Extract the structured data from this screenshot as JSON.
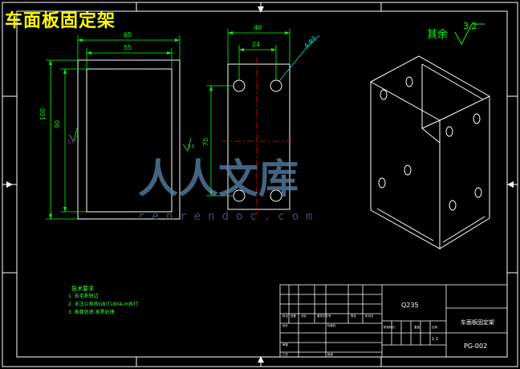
{
  "title": "车面板固定架",
  "watermark": {
    "cn": "人人文库",
    "url": "renrendoc.com"
  },
  "front_view_dims": {
    "width_outer": "65",
    "width_inner": "55",
    "height_outer": "100",
    "height_inner": "90"
  },
  "side_view_dims": {
    "width": "40",
    "hole_spacing_h": "24",
    "hole_spacing_v": "70",
    "hole_callout": "4-Φ8"
  },
  "surface_finish": {
    "label": "其余",
    "value": "3.2"
  },
  "tech_notes": {
    "heading": "技术要求",
    "items": [
      "1. 去毛刺锐边",
      "2. 未注公差按GB/T1804-m执行",
      "3. 表面处理 发黑处理"
    ]
  },
  "title_block": {
    "material": "Q235",
    "part_name": "车面板固定架",
    "drawing_no": "PG-002",
    "scale": "1:1"
  },
  "colors": {
    "outline": "#ffffff",
    "dimension": "#00ff00",
    "centerline": "#ff0000",
    "note": "#39ff39",
    "title": "#ffff00",
    "callout": "#00e6e6",
    "roughness": "#00ff00",
    "watermark": "#5a86ad"
  }
}
